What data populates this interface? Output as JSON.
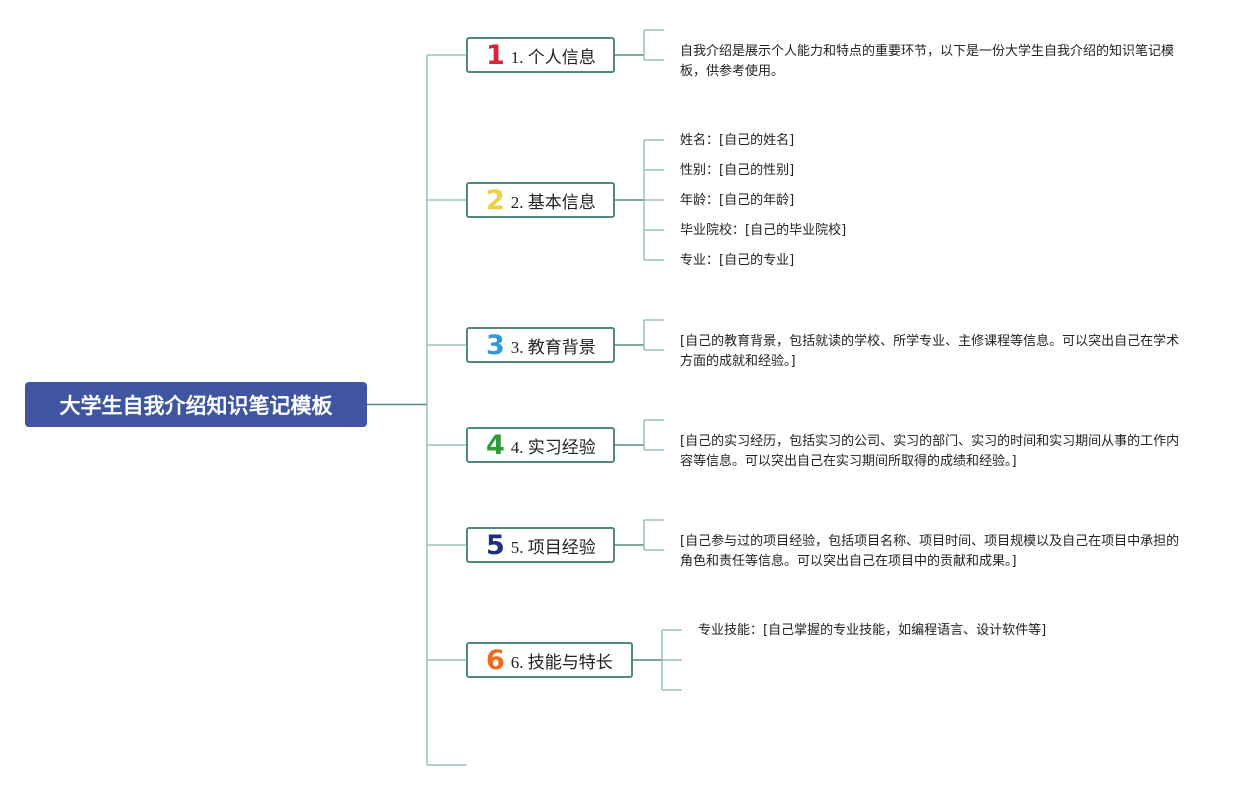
{
  "root": {
    "title": "大学生自我介绍知识笔记模板"
  },
  "branches": [
    {
      "num": "1",
      "label": "1. 个人信息",
      "color": "#d6253a",
      "content": "自我介绍是展示个人能力和特点的重要环节，以下是一份大学生自我介绍的知识笔记模板，供参考使用。"
    },
    {
      "num": "2",
      "label": "2. 基本信息",
      "color": "#f0cf40",
      "items": [
        "姓名：[自己的姓名]",
        "性别：[自己的性别]",
        "年龄：[自己的年龄]",
        "毕业院校：[自己的毕业院校]",
        "专业：[自己的专业]"
      ]
    },
    {
      "num": "3",
      "label": "3. 教育背景",
      "color": "#2f9ad8",
      "content": "[自己的教育背景，包括就读的学校、所学专业、主修课程等信息。可以突出自己在学术方面的成就和经验。]"
    },
    {
      "num": "4",
      "label": "4. 实习经验",
      "color": "#2e9a3a",
      "content": "[自己的实习经历，包括实习的公司、实习的部门、实习的时间和实习期间从事的工作内容等信息。可以突出自己在实习期间所取得的成绩和经验。]"
    },
    {
      "num": "5",
      "label": "5. 项目经验",
      "color": "#1f2f80",
      "content": "[自己参与过的项目经验，包括项目名称、项目时间、项目规模以及自己在项目中承担的角色和责任等信息。可以突出自己在项目中的贡献和成果。]"
    },
    {
      "num": "6",
      "label": "6. 技能与特长",
      "color": "#ef6a1f",
      "items": [
        "专业技能：[自己掌握的专业技能，如编程语言、设计软件等]"
      ]
    }
  ],
  "colors": {
    "root_bg": "#3f55a2",
    "line": "#4e8a80",
    "leaf_line": "#8ab8b0"
  }
}
